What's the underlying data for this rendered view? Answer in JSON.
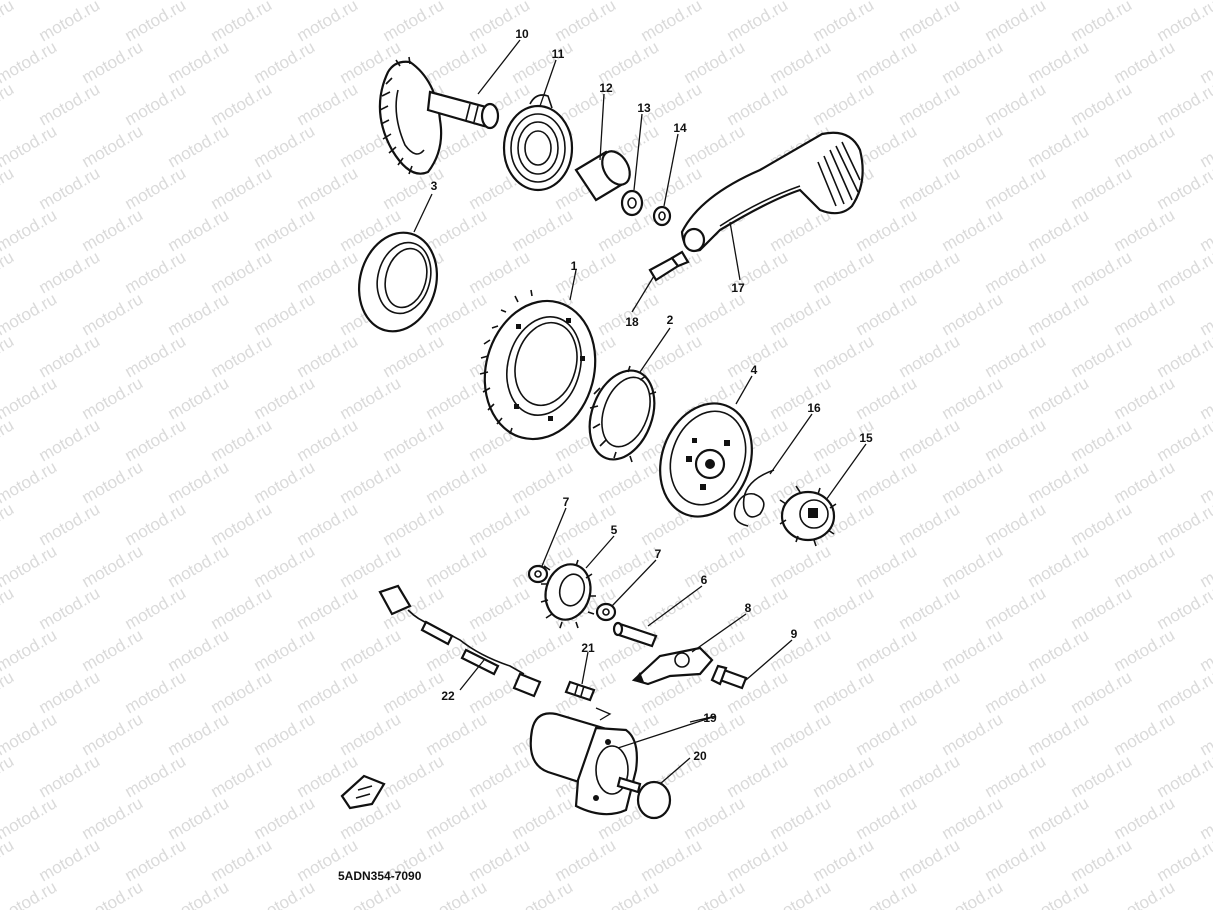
{
  "watermark": {
    "text": "motod.ru"
  },
  "diagram_code": "5ADN354-7090",
  "callouts": [
    {
      "id": "c1",
      "label": "1"
    },
    {
      "id": "c2",
      "label": "2"
    },
    {
      "id": "c3",
      "label": "3"
    },
    {
      "id": "c4",
      "label": "4"
    },
    {
      "id": "c5",
      "label": "5"
    },
    {
      "id": "c6",
      "label": "6"
    },
    {
      "id": "c7a",
      "label": "7"
    },
    {
      "id": "c7b",
      "label": "7"
    },
    {
      "id": "c8",
      "label": "8"
    },
    {
      "id": "c9",
      "label": "9"
    },
    {
      "id": "c10",
      "label": "10"
    },
    {
      "id": "c11",
      "label": "11"
    },
    {
      "id": "c12",
      "label": "12"
    },
    {
      "id": "c13",
      "label": "13"
    },
    {
      "id": "c14",
      "label": "14"
    },
    {
      "id": "c15",
      "label": "15"
    },
    {
      "id": "c16",
      "label": "16"
    },
    {
      "id": "c17",
      "label": "17"
    },
    {
      "id": "c18",
      "label": "18"
    },
    {
      "id": "c19",
      "label": "19"
    },
    {
      "id": "c20",
      "label": "20"
    },
    {
      "id": "c21",
      "label": "21"
    },
    {
      "id": "c22",
      "label": "22"
    }
  ]
}
